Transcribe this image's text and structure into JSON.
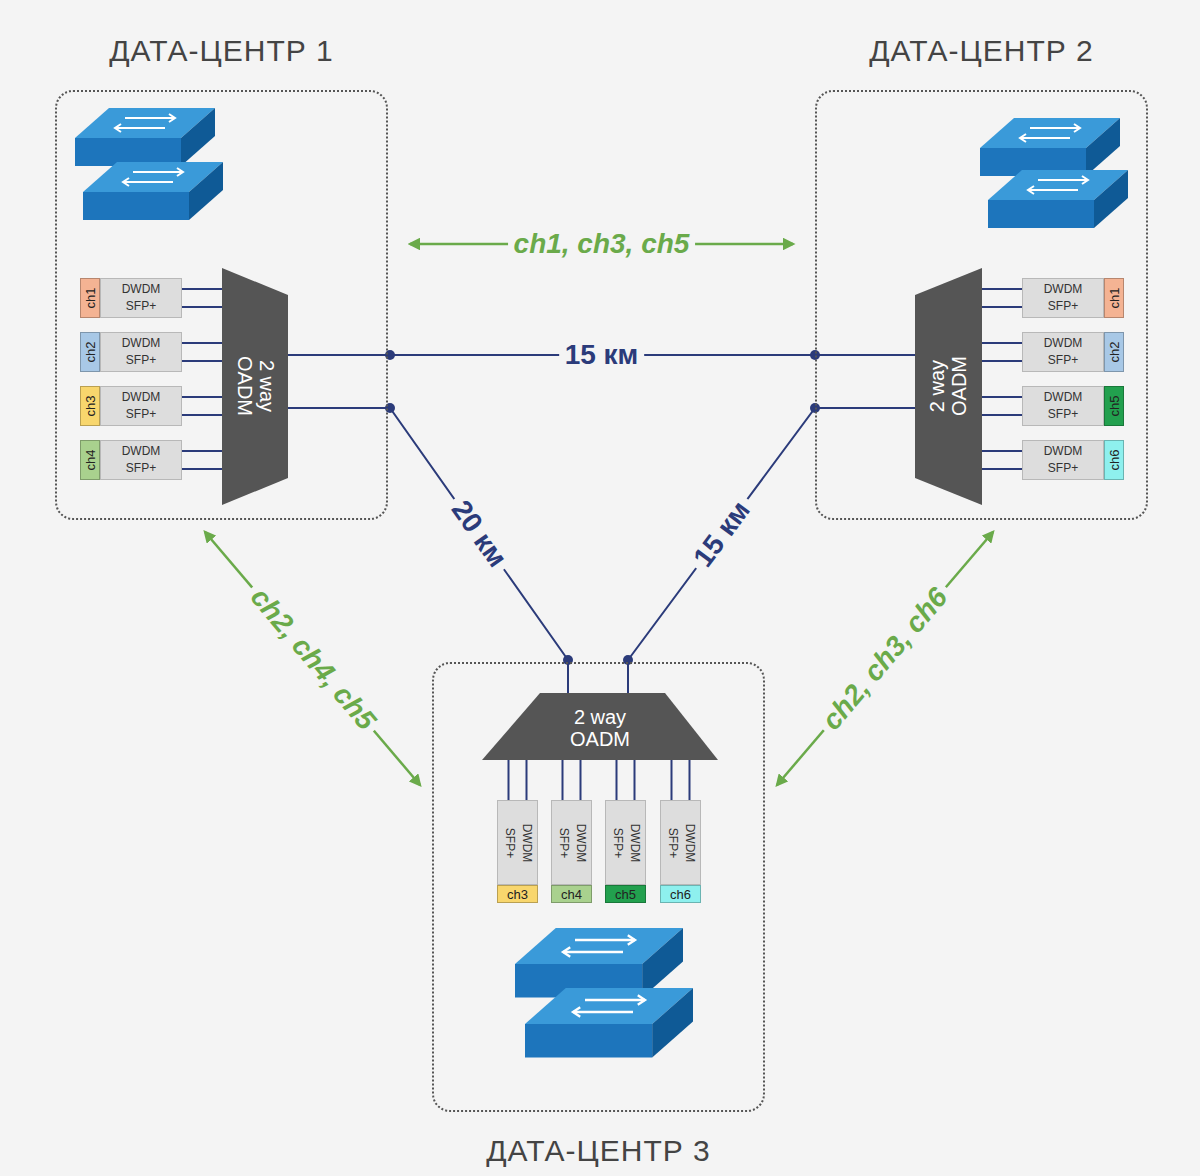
{
  "diagram": {
    "nodes": [
      {
        "text": [
          "ДАТА-ЦЕНТР 1"
        ]
      },
      {
        "text": [
          "2 way OADM"
        ],
        "in": 0
      },
      {
        "text": [
          "DWDM SFP+",
          "ch1"
        ],
        "in": 0
      },
      {
        "text": [
          "DWDM SFP+",
          "ch2"
        ],
        "in": 0
      },
      {
        "text": [
          "DWDM SFP+",
          "ch3"
        ],
        "in": 0
      },
      {
        "text": [
          "DWDM SFP+",
          "ch4"
        ],
        "in": 0
      },
      {
        "text": [
          "ДАТА-ЦЕНТР 2"
        ]
      },
      {
        "text": [
          "2 way OADM"
        ],
        "in": 6
      },
      {
        "text": [
          "DWDM SFP+",
          "ch1"
        ],
        "in": 6
      },
      {
        "text": [
          "DWDM SFP+",
          "ch2"
        ],
        "in": 6
      },
      {
        "text": [
          "DWDM SFP+",
          "ch5"
        ],
        "in": 6
      },
      {
        "text": [
          "DWDM SFP+",
          "ch6"
        ],
        "in": 6
      },
      {
        "text": [
          "ДАТА-ЦЕНТР 3"
        ]
      },
      {
        "text": [
          "2 way OADM"
        ],
        "in": 12
      },
      {
        "text": [
          "DWDM SFP+",
          "ch3"
        ],
        "in": 12
      },
      {
        "text": [
          "DWDM SFP+",
          "ch4"
        ],
        "in": 12
      },
      {
        "text": [
          "DWDM SFP+",
          "ch5"
        ],
        "in": 12
      },
      {
        "text": [
          "DWDM SFP+",
          "ch6"
        ],
        "in": 12
      }
    ],
    "edges": [
      {
        "from": 1,
        "to": 7,
        "label": "15 км",
        "arrow": "none"
      },
      {
        "from": 1,
        "to": 13,
        "label": "20 км",
        "arrow": "none"
      },
      {
        "from": 7,
        "to": 13,
        "label": "15 км",
        "arrow": "none"
      },
      {
        "from": 0,
        "to": 6,
        "label": "ch1, ch3, ch5",
        "arrow": "both"
      },
      {
        "from": 0,
        "to": 12,
        "label": "ch2, ch4, ch5",
        "arrow": "both"
      },
      {
        "from": 6,
        "to": 12,
        "label": "ch2, ch3, ch6",
        "arrow": "both"
      },
      {
        "from": 2,
        "to": 1,
        "arrow": "none"
      },
      {
        "from": 3,
        "to": 1,
        "arrow": "none"
      },
      {
        "from": 4,
        "to": 1,
        "arrow": "none"
      },
      {
        "from": 5,
        "to": 1,
        "arrow": "none"
      },
      {
        "from": 8,
        "to": 7,
        "arrow": "none"
      },
      {
        "from": 9,
        "to": 7,
        "arrow": "none"
      },
      {
        "from": 10,
        "to": 7,
        "arrow": "none"
      },
      {
        "from": 11,
        "to": 7,
        "arrow": "none"
      },
      {
        "from": 14,
        "to": 13,
        "arrow": "none"
      },
      {
        "from": 15,
        "to": 13,
        "arrow": "none"
      },
      {
        "from": 16,
        "to": 13,
        "arrow": "none"
      },
      {
        "from": 17,
        "to": 13,
        "arrow": "none"
      }
    ]
  }
}
